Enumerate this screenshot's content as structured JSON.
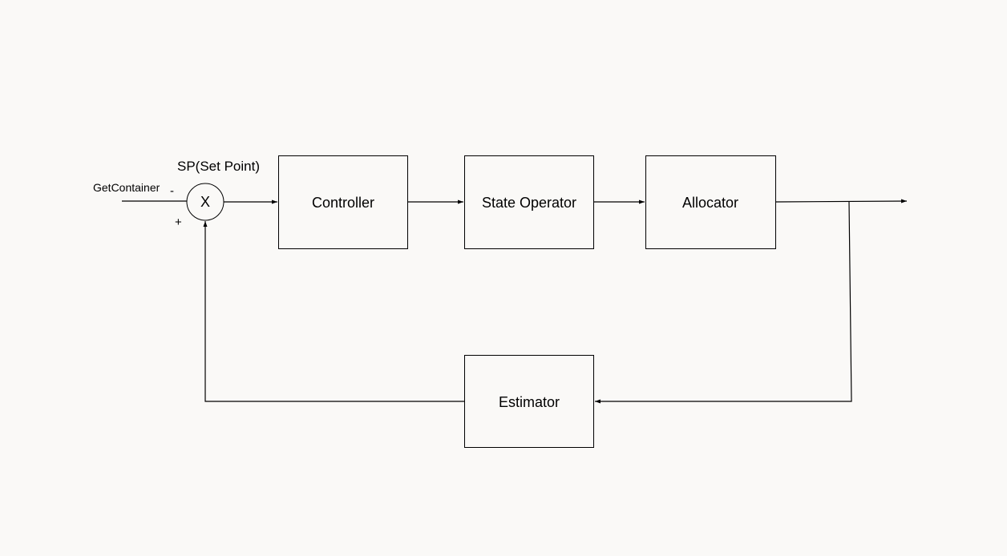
{
  "diagram": {
    "set_point_label": "SP(Set Point)",
    "input_label": "GetContainer",
    "minus_sign": "-",
    "plus_sign": "+",
    "summing_junction": "X",
    "blocks": {
      "controller": "Controller",
      "state_operator": "State Operator",
      "allocator": "Allocator",
      "estimator": "Estimator"
    },
    "colors": {
      "background": "#faf9f7",
      "stroke": "#000000"
    }
  }
}
